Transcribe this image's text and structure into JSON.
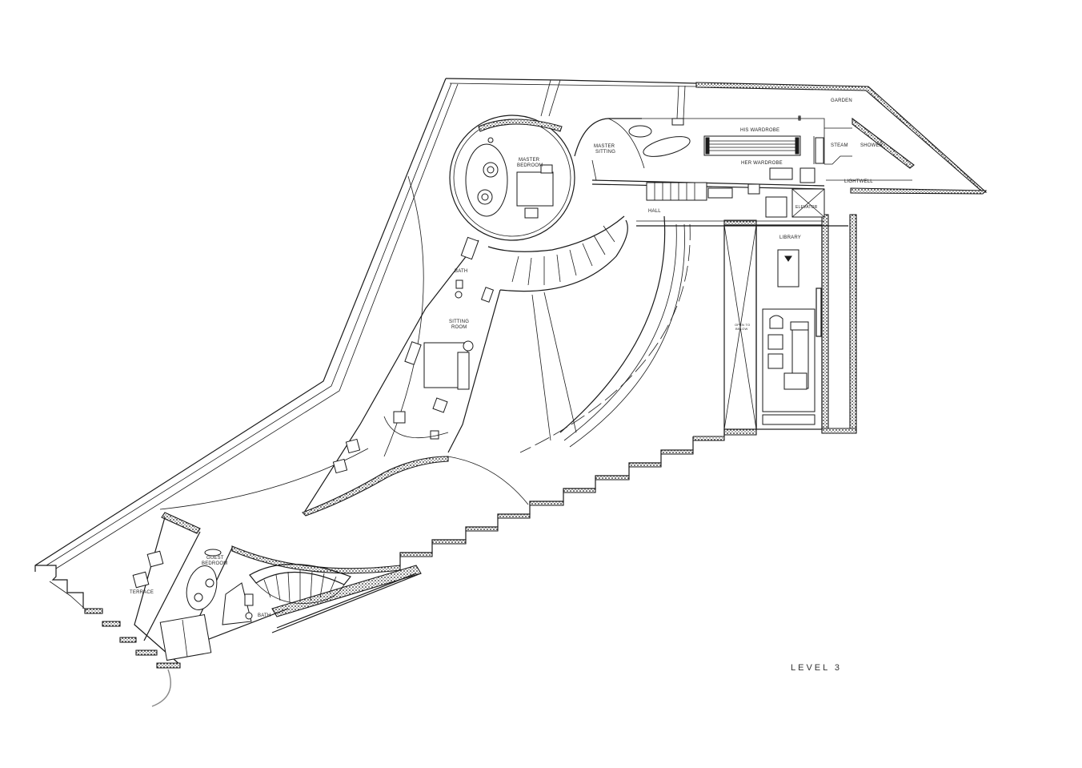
{
  "plan": {
    "level_label": "LEVEL 3",
    "rooms": {
      "garden": "GARDEN",
      "his_wardrobe": "HIS WARDROBE",
      "her_wardrobe": "HER WARDROBE",
      "steam": "STEAM",
      "shower": "SHOWER",
      "lightwell": "LIGHTWELL",
      "elevator": "ELEVATOR",
      "master_sitting_1": "MASTER",
      "master_sitting_2": "SITTING",
      "master_bedroom_1": "MASTER",
      "master_bedroom_2": "BEDROOM",
      "hall": "HALL",
      "library": "LIBRARY",
      "open_to_below_1": "OPEN TO",
      "open_to_below_2": "BELOW",
      "bath_upper": "BATH",
      "sitting_room_1": "SITTING",
      "sitting_room_2": "ROOM",
      "guest_bedroom_1": "GUEST",
      "guest_bedroom_2": "BEDROOM",
      "terrace": "TERRACE",
      "bath_lower": "BATH"
    }
  }
}
